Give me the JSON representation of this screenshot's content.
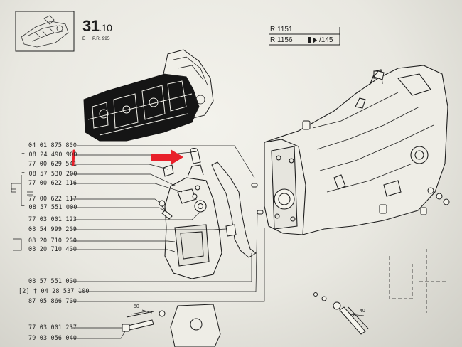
{
  "header": {
    "section_number": "31",
    "section_sub": ".10",
    "code_letter": "E",
    "code_ref": "P.R. 995",
    "model_1": "R 1151",
    "model_2": "R 1156",
    "model_2_suffix": "/145"
  },
  "part_numbers": [
    "04 01 875 800",
    "† 08 24 490 900",
    "77 00 629 541",
    "† 08 57 530 200",
    "77 00 622 116",
    "77 00 622 117",
    "† 08 57 551 000",
    "77 03 001 123",
    "08 54 999 209",
    "08 20 710 200",
    "08 20 710 400",
    "08 57 551 000",
    "[2] † 04 28 537 100",
    "87 05 866 700",
    "77 03 001 237",
    "79 03 056 040"
  ],
  "dimensions": {
    "bolt_left": "50",
    "bolt_right": "40"
  },
  "colors": {
    "paper": "#ecebe4",
    "ink": "#1e1e1e",
    "highlight_arrow": "#e8202a",
    "highlight_mark": "#e8202a",
    "backdrop": "#7b7a72"
  }
}
